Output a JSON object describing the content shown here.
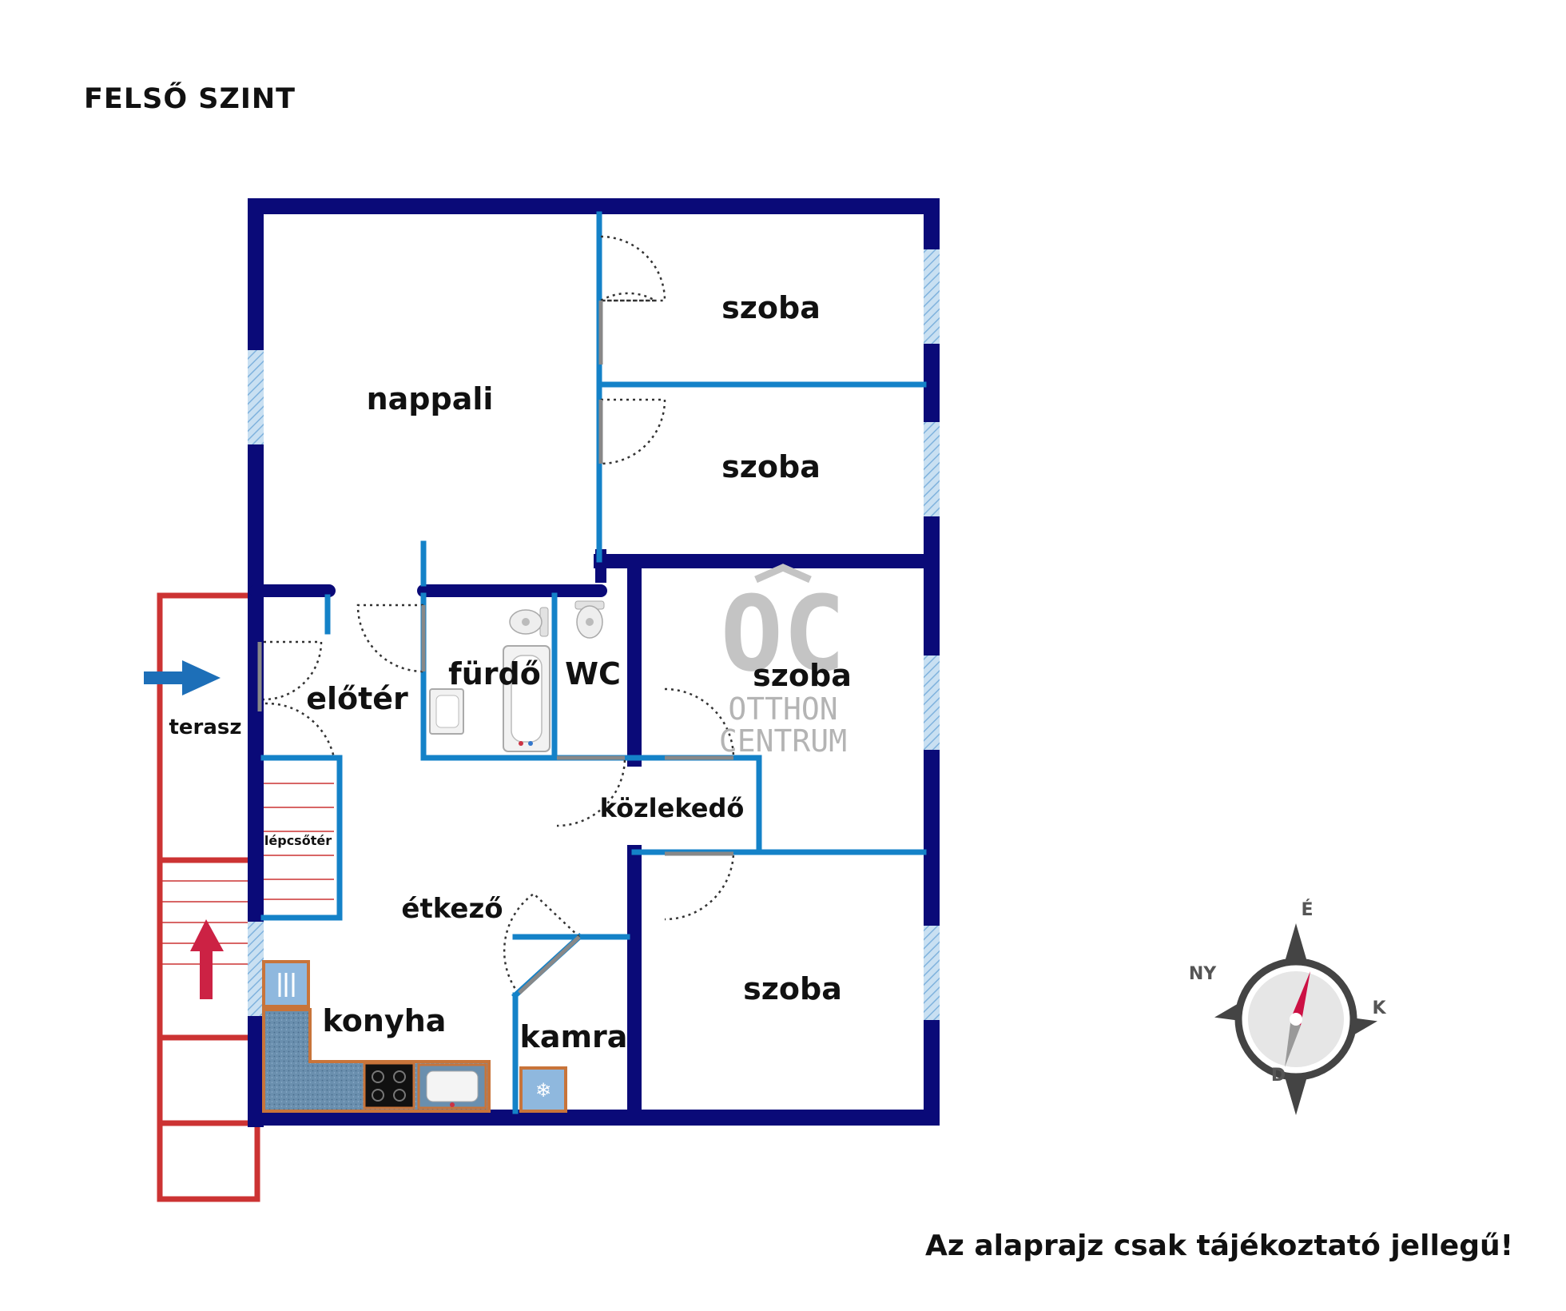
{
  "title": "FELSŐ SZINT",
  "disclaimer": "Az alaprajz csak tájékoztató jellegű!",
  "colors": {
    "outer_wall": "#0a0a78",
    "inner_wall": "#1482c8",
    "window": "#a8cdea",
    "terrace": "#cc3333",
    "counter": "#5f86a6",
    "counter_border": "#c8743a",
    "arrow_entry": "#1d6fb8",
    "arrow_stairs": "#cc2244",
    "watermark": "#bbbbbb"
  },
  "rooms": {
    "nappali": "nappali",
    "szoba_1": "szoba",
    "szoba_2": "szoba",
    "szoba_3": "szoba",
    "szoba_4": "szoba",
    "furdo": "fürdő",
    "wc": "WC",
    "eloter": "előtér",
    "kozlekedo": "közlekedő",
    "etkezo": "étkező",
    "konyha": "konyha",
    "kamra": "kamra",
    "lepcsoter": "lépcsőtér",
    "terasz": "terasz"
  },
  "compass": {
    "north": "É",
    "east": "K",
    "south": "D",
    "west": "NY"
  },
  "watermark": {
    "logo": "OC",
    "line1": "OTTHON",
    "line2": "CENTRUM"
  },
  "icons": {
    "entry": "entry-arrow-icon",
    "stairs": "stairs-arrow-icon",
    "cutlery": "cutlery-icon",
    "freezer": "snowflake-icon",
    "toilet": "toilet-icon",
    "bathtub": "bathtub-icon",
    "sink": "sink-icon",
    "stove": "stove-icon",
    "compass": "compass-icon"
  }
}
